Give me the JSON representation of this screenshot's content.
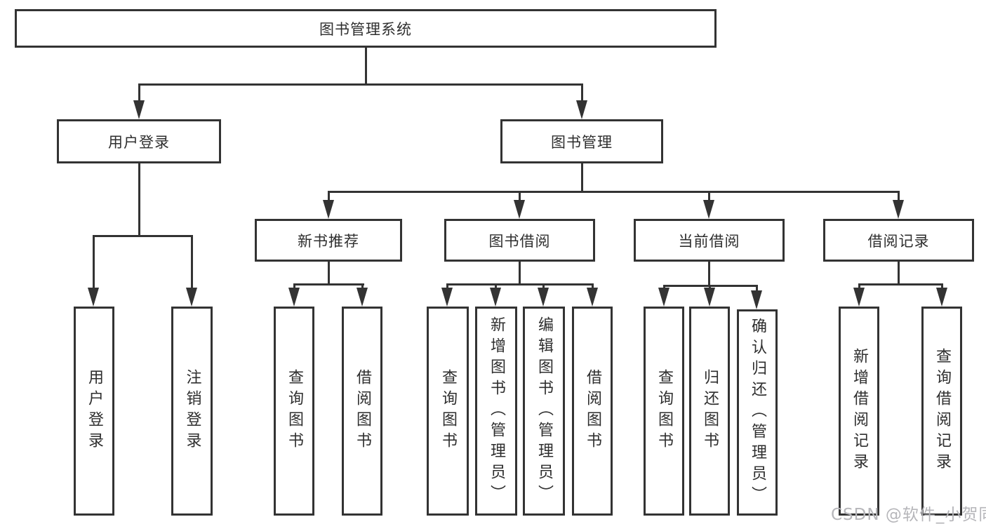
{
  "diagram_title": "图书管理系统",
  "tree": {
    "label": "图书管理系统",
    "children": [
      {
        "label": "用户登录",
        "children": [
          {
            "label": "用户登录"
          },
          {
            "label": "注销登录"
          }
        ]
      },
      {
        "label": "图书管理",
        "children": [
          {
            "label": "新书推荐",
            "children": [
              {
                "label": "查询图书"
              },
              {
                "label": "借阅图书"
              }
            ]
          },
          {
            "label": "图书借阅",
            "children": [
              {
                "label": "查询图书"
              },
              {
                "label": "新增图书（管理员）"
              },
              {
                "label": "编辑图书（管理员）"
              },
              {
                "label": "借阅图书"
              }
            ]
          },
          {
            "label": "当前借阅",
            "children": [
              {
                "label": "查询图书"
              },
              {
                "label": "归还图书"
              },
              {
                "label": "确认归还（管理员）"
              }
            ]
          },
          {
            "label": "借阅记录",
            "children": [
              {
                "label": "新增借阅记录"
              },
              {
                "label": "查询借阅记录"
              }
            ]
          }
        ]
      }
    ]
  },
  "watermark": {
    "text": "CSDN @软件_小贺同学"
  },
  "colors": {
    "line": "#333333",
    "text": "#2e2e2e",
    "watermark": "#b6b6ba",
    "background": "#ffffff"
  },
  "icons": {
    "arrow": "arrow-down-icon"
  }
}
